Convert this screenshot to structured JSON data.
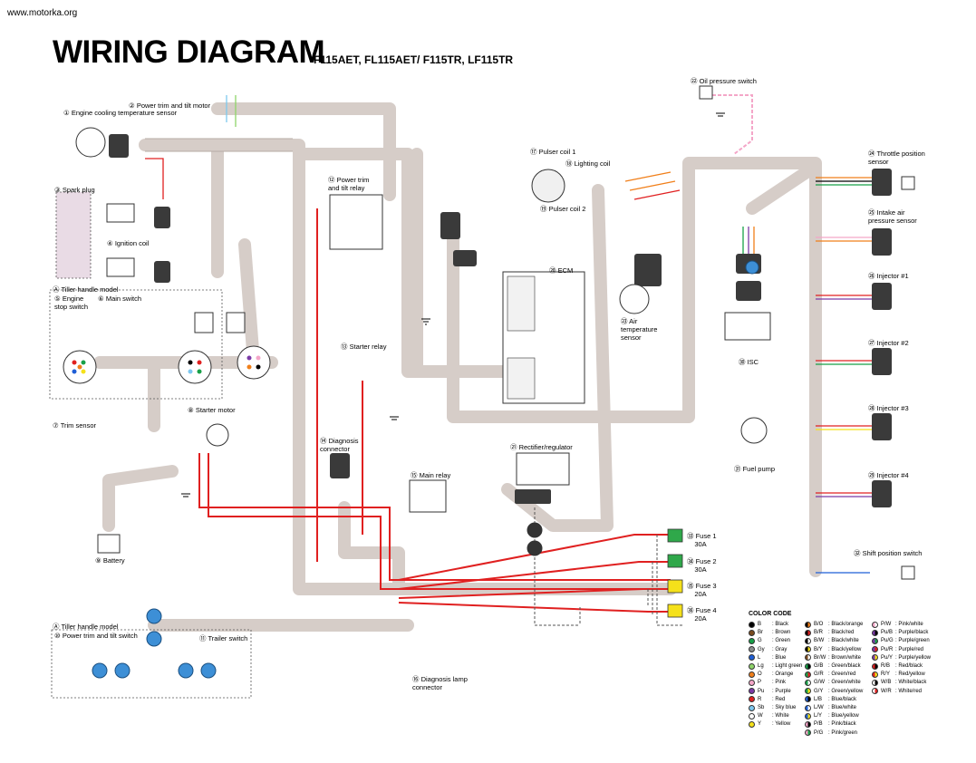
{
  "header": {
    "site": "www.motorka.org",
    "title": "WIRING DIAGRAM",
    "subtitle": "F115AET, FL115AET/ F115TR, LF115TR"
  },
  "components": {
    "c1": "Engine cooling temperature sensor",
    "c2": "Power trim and tilt motor",
    "c3": "Spark plug",
    "c4": "Ignition coil",
    "c5a": "Tiller handle model",
    "c5": "Engine stop switch",
    "c6": "Main switch",
    "c7": "Trim sensor",
    "c8": "Starter motor",
    "c9": "Battery",
    "c10a": "Tiller handle model",
    "c10": "Power trim and tilt switch",
    "c11": "Trailer switch",
    "c12": "Power trim and tilt relay",
    "c13": "Starter relay",
    "c14": "Diagnosis connector",
    "c15": "Main relay",
    "c16": "Diagnosis lamp connector",
    "c17": "Pulser coil 1",
    "c18": "Lighting coil",
    "c19": "Pulser coil 2",
    "c20": "ECM",
    "c21": "Rectifier/regulator",
    "c22": "Oil pressure switch",
    "c23": "Air temperature sensor",
    "c24": "Throttle position sensor",
    "c25": "Intake air pressure sensor",
    "c26": "Injector #1",
    "c27": "Injector #2",
    "c28": "Injector #3",
    "c29": "Injector #4",
    "c30": "ISC",
    "c31": "Fuel pump",
    "c32": "Shift position switch",
    "f1": "Fuse 1",
    "f1v": "30A",
    "f2": "Fuse 2",
    "f2v": "30A",
    "f3": "Fuse 3",
    "f3v": "20A",
    "f4": "Fuse 4",
    "f4v": "20A"
  },
  "legend": {
    "title": "COLOR CODE",
    "col1": [
      {
        "code": "B",
        "name": ": Black",
        "color": "#000000"
      },
      {
        "code": "Br",
        "name": ": Brown",
        "color": "#7a4a1e"
      },
      {
        "code": "G",
        "name": ": Green",
        "color": "#18a048"
      },
      {
        "code": "Gy",
        "name": ": Gray",
        "color": "#8c8c8c"
      },
      {
        "code": "L",
        "name": ": Blue",
        "color": "#1f5fd6"
      },
      {
        "code": "Lg",
        "name": ": Light green",
        "color": "#8fd46a"
      },
      {
        "code": "O",
        "name": ": Orange",
        "color": "#f07f1a"
      },
      {
        "code": "P",
        "name": ": Pink",
        "color": "#f4a6c8"
      },
      {
        "code": "Pu",
        "name": ": Purple",
        "color": "#7b3aa8"
      },
      {
        "code": "R",
        "name": ": Red",
        "color": "#e02020"
      },
      {
        "code": "Sb",
        "name": ": Sky blue",
        "color": "#7ec8ef"
      },
      {
        "code": "W",
        "name": ": White",
        "color": "#ffffff"
      },
      {
        "code": "Y",
        "name": ": Yellow",
        "color": "#f5e11a"
      }
    ],
    "col2": [
      {
        "code": "B/O",
        "name": ": Black/orange",
        "c1": "#000000",
        "c2": "#f07f1a"
      },
      {
        "code": "B/R",
        "name": ": Black/red",
        "c1": "#000000",
        "c2": "#e02020"
      },
      {
        "code": "B/W",
        "name": ": Black/white",
        "c1": "#000000",
        "c2": "#ffffff"
      },
      {
        "code": "B/Y",
        "name": ": Black/yellow",
        "c1": "#000000",
        "c2": "#f5e11a"
      },
      {
        "code": "Br/W",
        "name": ": Brown/white",
        "c1": "#7a4a1e",
        "c2": "#ffffff"
      },
      {
        "code": "G/B",
        "name": ": Green/black",
        "c1": "#18a048",
        "c2": "#000000"
      },
      {
        "code": "G/R",
        "name": ": Green/red",
        "c1": "#18a048",
        "c2": "#e02020"
      },
      {
        "code": "G/W",
        "name": ": Green/white",
        "c1": "#18a048",
        "c2": "#ffffff"
      },
      {
        "code": "G/Y",
        "name": ": Green/yellow",
        "c1": "#18a048",
        "c2": "#f5e11a"
      },
      {
        "code": "L/B",
        "name": ": Blue/black",
        "c1": "#1f5fd6",
        "c2": "#000000"
      },
      {
        "code": "L/W",
        "name": ": Blue/white",
        "c1": "#1f5fd6",
        "c2": "#ffffff"
      },
      {
        "code": "L/Y",
        "name": ": Blue/yellow",
        "c1": "#1f5fd6",
        "c2": "#f5e11a"
      },
      {
        "code": "P/B",
        "name": ": Pink/black",
        "c1": "#f4a6c8",
        "c2": "#000000"
      },
      {
        "code": "P/G",
        "name": ": Pink/green",
        "c1": "#f4a6c8",
        "c2": "#18a048"
      }
    ],
    "col3": [
      {
        "code": "P/W",
        "name": ": Pink/white",
        "c1": "#f4a6c8",
        "c2": "#ffffff"
      },
      {
        "code": "Pu/B",
        "name": ": Purple/black",
        "c1": "#7b3aa8",
        "c2": "#000000"
      },
      {
        "code": "Pu/G",
        "name": ": Purple/green",
        "c1": "#7b3aa8",
        "c2": "#18a048"
      },
      {
        "code": "Pu/R",
        "name": ": Purple/red",
        "c1": "#7b3aa8",
        "c2": "#e02020"
      },
      {
        "code": "Pu/Y",
        "name": ": Purple/yellow",
        "c1": "#7b3aa8",
        "c2": "#f5e11a"
      },
      {
        "code": "R/B",
        "name": ": Red/black",
        "c1": "#e02020",
        "c2": "#000000"
      },
      {
        "code": "R/Y",
        "name": ": Red/yellow",
        "c1": "#e02020",
        "c2": "#f5e11a"
      },
      {
        "code": "W/B",
        "name": ": White/black",
        "c1": "#ffffff",
        "c2": "#000000"
      },
      {
        "code": "W/R",
        "name": ": White/red",
        "c1": "#ffffff",
        "c2": "#e02020"
      }
    ]
  },
  "colors": {
    "harness": "#d6cdc8",
    "harness_edge": "#b7aca6",
    "red": "#e02020",
    "dash": "#555555",
    "connector": "#3a3a3a"
  }
}
